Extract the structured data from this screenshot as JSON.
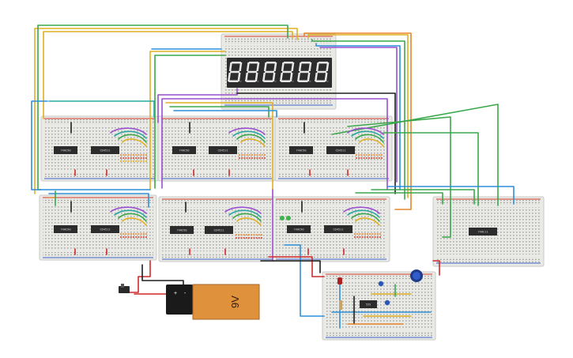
{
  "display": {
    "digits": [
      "8",
      "8",
      "8",
      "8",
      "8",
      "8"
    ],
    "digit_count": 6
  },
  "counter_boards": [
    {
      "id": "board-1",
      "chips": [
        "74HC90",
        "CD4511"
      ]
    },
    {
      "id": "board-2",
      "chips": [
        "74HC90",
        "CD4511"
      ]
    },
    {
      "id": "board-3",
      "chips": [
        "74HC90",
        "CD4511"
      ]
    },
    {
      "id": "board-4",
      "chips": [
        "74HC90",
        "CD4511"
      ]
    },
    {
      "id": "board-5",
      "chips": [
        "74HC90",
        "CD4511"
      ]
    },
    {
      "id": "board-6",
      "chips": [
        "74HC90",
        "CD4511"
      ]
    }
  ],
  "logic_board": {
    "chip": "74HC11"
  },
  "clock_board": {
    "chip": "555"
  },
  "battery": {
    "label": "9V",
    "plus": "+",
    "minus": "-"
  },
  "colors": {
    "breadboard": "#e9e9e6",
    "rail_red": "#d23a2a",
    "rail_blue": "#3a63c8",
    "battery_top": "#1a1a1a",
    "battery_body": "#e0913c",
    "wire_green": "#3aa84a",
    "wire_yellow": "#e0b020",
    "wire_orange": "#e8852a",
    "wire_blue": "#2e8fd8",
    "wire_purple": "#9a4fd0",
    "wire_red": "#d02a2a",
    "wire_black": "#1e1e1e",
    "wire_teal": "#2aa8a0"
  }
}
